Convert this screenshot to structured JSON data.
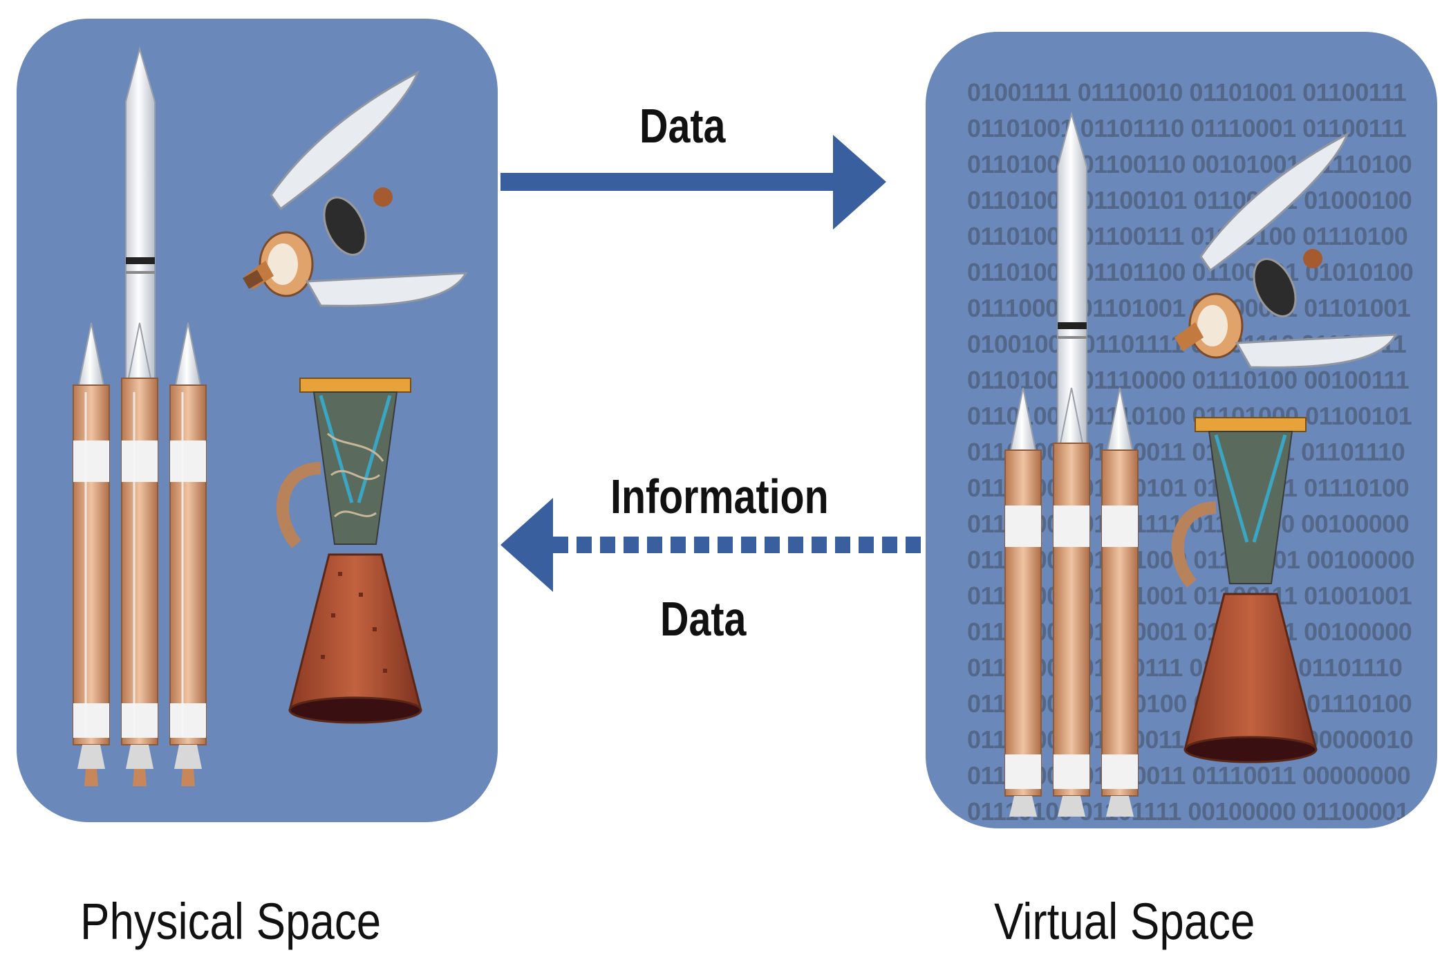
{
  "labels": {
    "data_top": "Data",
    "information": "Information",
    "data_bottom": "Data",
    "physical_space": "Physical Space",
    "virtual_space": "Virtual Space"
  },
  "binary_lines": [
    "01001111 01110010 01101001 01100111",
    "01101001 01101110 01110001 01100111",
    "01101001 01100110 00101001 01110100",
    "01101000 01100101 01100111 01000100",
    "01101001 01100111 01110100 01110100",
    "01101001 01101100 01100101 01010100",
    "01110001 01101001 01100011 01101001",
    "01001001 01101111 01101110 01100011",
    "01101001 01110000 01110100 00100111",
    "01101001 01110100 01101000 01100101",
    "01100001 01100011 01101111 01101110",
    "01100001 01100101 01110011 01110100",
    "01101001 01101111 01101100 00100000",
    "01101001 01101000 01101001 00100000",
    "01101001 01101001 01100111 01001001",
    "01100001 01100001 01110011 00100000",
    "01101001 01110111 01101111 01101110",
    "01101001 01100100 01101001 01110100",
    "01101001 01110011 00100000 00000010",
    "01101001 01100011 01110011 00000000",
    "01110100 01101111 00100000 01100001"
  ],
  "colors": {
    "panel": "#6b88bb",
    "arrow": "#3a5f9f",
    "booster": "#d9a07f",
    "nozzle": "#b0533a",
    "engine_frame": "#e8a23a"
  },
  "icons": {
    "rocket": "rocket-icon",
    "payload": "spacecraft-components-icon",
    "engine": "rocket-engine-icon"
  }
}
